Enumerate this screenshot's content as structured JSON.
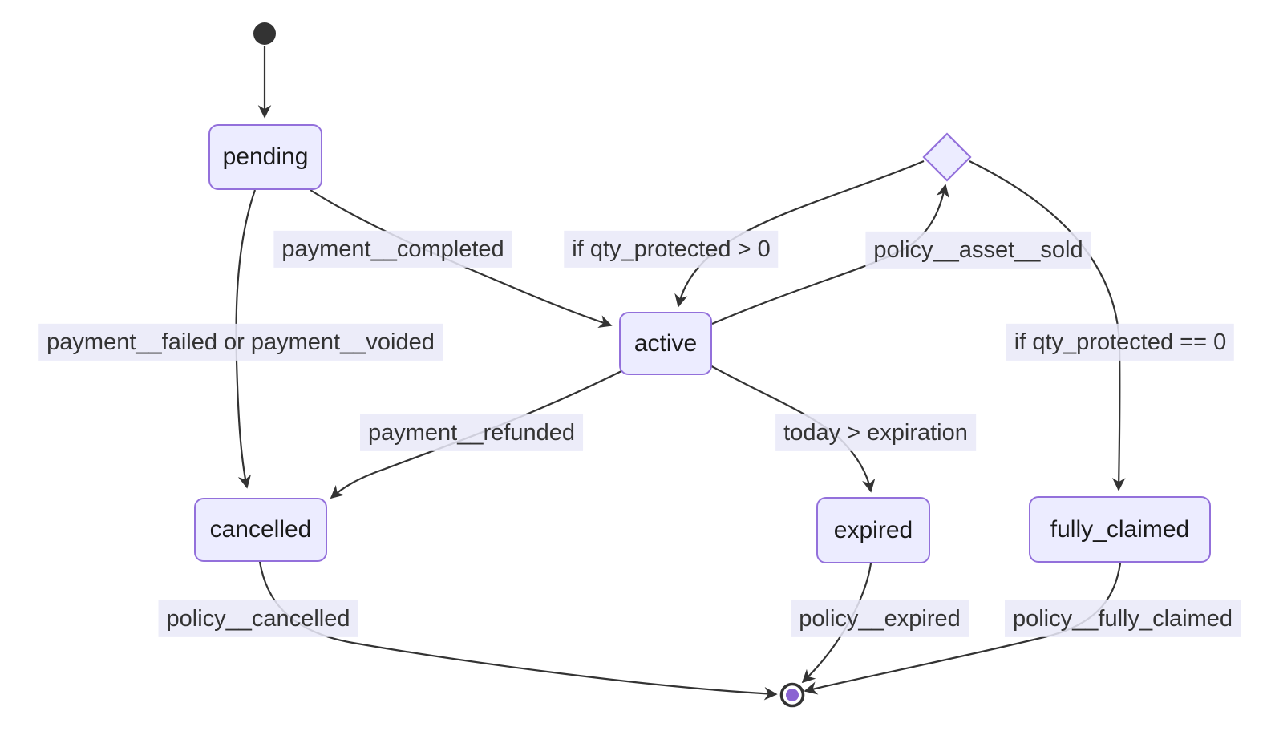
{
  "diagram": {
    "type": "state-diagram",
    "title": "",
    "states": [
      {
        "id": "pending",
        "label": "pending"
      },
      {
        "id": "active",
        "label": "active"
      },
      {
        "id": "cancelled",
        "label": "cancelled"
      },
      {
        "id": "expired",
        "label": "expired"
      },
      {
        "id": "fully_claimed",
        "label": "fully_claimed"
      }
    ],
    "pseudostates": [
      {
        "id": "initial",
        "kind": "initial-state"
      },
      {
        "id": "choice",
        "kind": "choice-diamond"
      },
      {
        "id": "final",
        "kind": "final-state"
      }
    ],
    "transitions": [
      {
        "from": "initial",
        "to": "pending",
        "label": ""
      },
      {
        "from": "pending",
        "to": "active",
        "label": "payment__completed"
      },
      {
        "from": "pending",
        "to": "cancelled",
        "label": "payment__failed or payment__voided"
      },
      {
        "from": "choice",
        "to": "active",
        "label": "if qty_protected > 0"
      },
      {
        "from": "active",
        "to": "choice",
        "label": "policy__asset__sold"
      },
      {
        "from": "choice",
        "to": "fully_claimed",
        "label": "if qty_protected == 0"
      },
      {
        "from": "active",
        "to": "cancelled",
        "label": "payment__refunded"
      },
      {
        "from": "active",
        "to": "expired",
        "label": "today > expiration"
      },
      {
        "from": "cancelled",
        "to": "final",
        "label": "policy__cancelled"
      },
      {
        "from": "expired",
        "to": "final",
        "label": "policy__expired"
      },
      {
        "from": "fully_claimed",
        "to": "final",
        "label": "policy__fully_claimed"
      }
    ],
    "colors": {
      "state_fill": "#ECECFF",
      "state_border": "#9370DB",
      "state_text": "#1A1A1A",
      "edge": "#333333",
      "edge_label_bg": "#E9E9F8",
      "edge_label_text": "#333333",
      "initial_fill": "#333333",
      "final_ring": "#333333",
      "final_dot": "#8A63D2",
      "canvas_bg": "#FFFFFF"
    }
  }
}
